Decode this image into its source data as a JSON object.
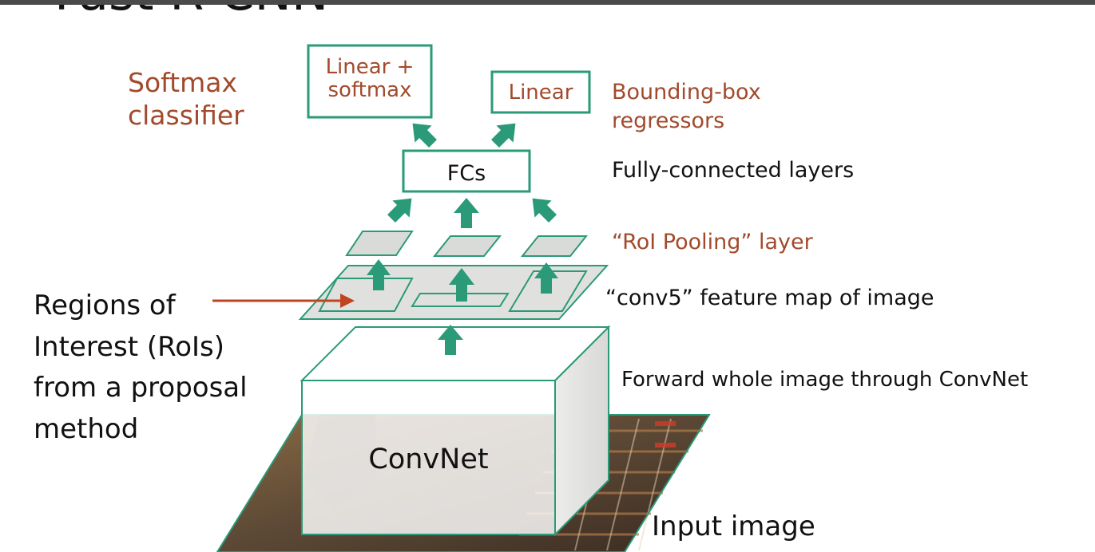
{
  "slide": {
    "title_partial": "Fast R-CNN"
  },
  "colors": {
    "teal": "#2a9a78",
    "label_red": "#a24a2c",
    "arrow_red": "#c0451f",
    "region_fill": "#d9dbd8"
  },
  "diagram": {
    "boxes": {
      "linear_softmax": "Linear +\nsoftmax",
      "linear": "Linear",
      "fcs": "FCs",
      "convnet": "ConvNet"
    },
    "labels": {
      "softmax_classifier": "Softmax\nclassifier",
      "bbox_regressors": "Bounding-box\nregressors",
      "fc_layers": "Fully-connected layers",
      "roi_pooling": "“RoI Pooling” layer",
      "conv5": "“conv5” feature map of image",
      "forward": "Forward whole image through ConvNet",
      "input_image": "Input image",
      "rois": "Regions of\nInterest (RoIs)\nfrom a proposal\nmethod"
    }
  }
}
